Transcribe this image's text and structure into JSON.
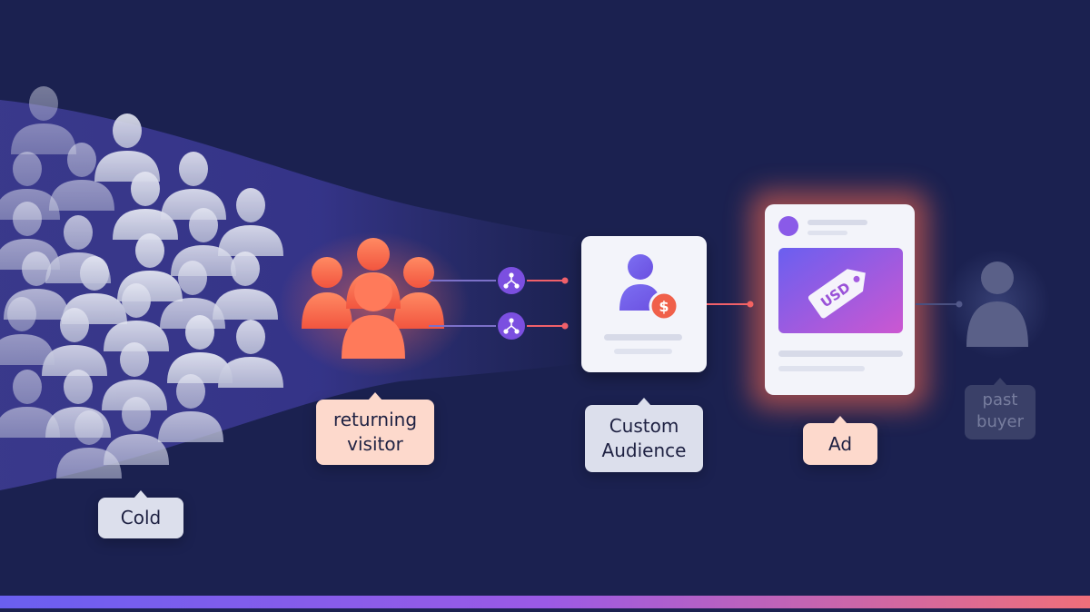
{
  "labels": {
    "cold": "Cold",
    "returning_line1": "returning",
    "returning_line2": "visitor",
    "custom_line1": "Custom",
    "custom_line2": "Audience",
    "ad": "Ad",
    "past_line1": "past",
    "past_line2": "buyer"
  },
  "ad_tag_text": "USD",
  "badge_symbol": "$",
  "colors": {
    "background": "#1b2150",
    "cold_person": "#d6d9e8",
    "warm_person": "#ff6b52",
    "accent_purple": "#7b4fe0",
    "connector_red": "#f0606a",
    "card": "#f3f4fa",
    "gradient_start": "#6a5ff0",
    "gradient_end": "#d65ad0"
  }
}
